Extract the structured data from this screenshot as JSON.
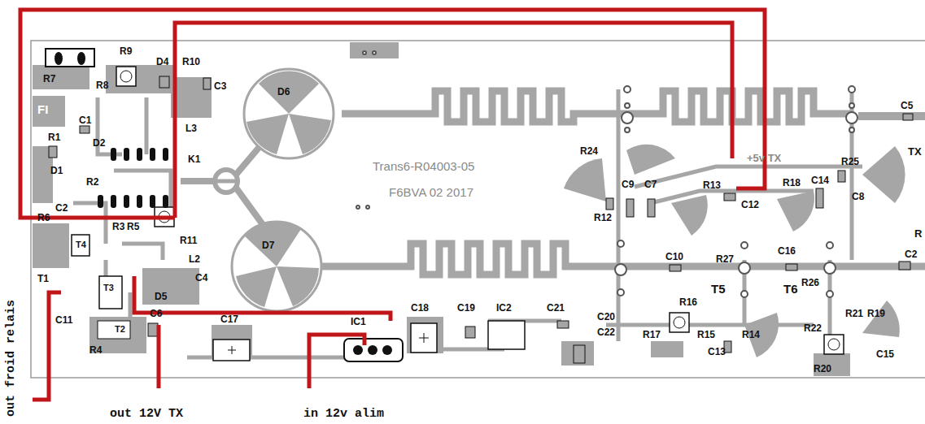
{
  "diagram": {
    "labels": [
      "R7",
      "R9",
      "D4",
      "R10",
      "C3",
      "R8",
      "FI",
      "L3",
      "C1",
      "R1",
      "D2",
      "K1",
      "D1",
      "R2",
      "C2",
      "R6",
      "T4",
      "R3",
      "R5",
      "R11",
      "L2",
      "C4",
      "D5",
      "T1",
      "T3",
      "C11",
      "T2",
      "C6",
      "R4",
      "C17",
      "IC1",
      "C18",
      "C19",
      "IC2",
      "C21",
      "C20",
      "C22",
      "D6",
      "D7",
      "Trans6-R04003-05",
      "F6BVA 02 2017",
      "R24",
      "C9",
      "C7",
      "+5v TX",
      "R13",
      "C12",
      "R12",
      "R18",
      "C14",
      "R25",
      "C8",
      "TX",
      "C5",
      "C10",
      "R27",
      "C16",
      "R26",
      "T5",
      "T6",
      "R",
      "C2",
      "R16",
      "R17",
      "R15",
      "C13",
      "R14",
      "R22",
      "R21",
      "R19",
      "C15",
      "R20",
      "out froid relais",
      "out 12V TX",
      "in 12v alim"
    ]
  }
}
